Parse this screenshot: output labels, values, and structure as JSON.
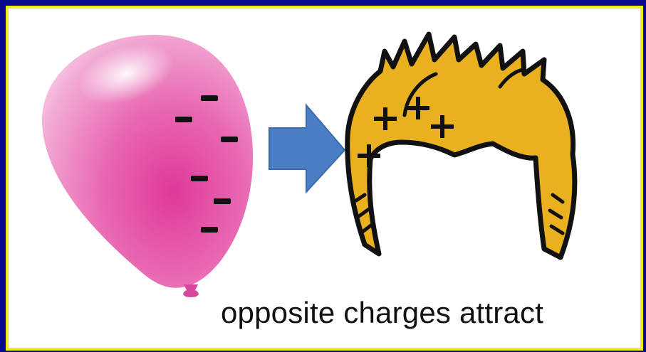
{
  "colors": {
    "outer_border": "#0a0a8c",
    "inner_border": "#f2ea1a",
    "background": "#ffffff",
    "balloon": "#e44fa6",
    "arrow": "#4a7ec2",
    "hair": "#e9b020",
    "outline": "#111111"
  },
  "balloon": {
    "charge_symbol": "−",
    "negative_charges": 6
  },
  "hair": {
    "charge_symbol": "+",
    "positive_charges": 4
  },
  "caption": "opposite charges attract"
}
